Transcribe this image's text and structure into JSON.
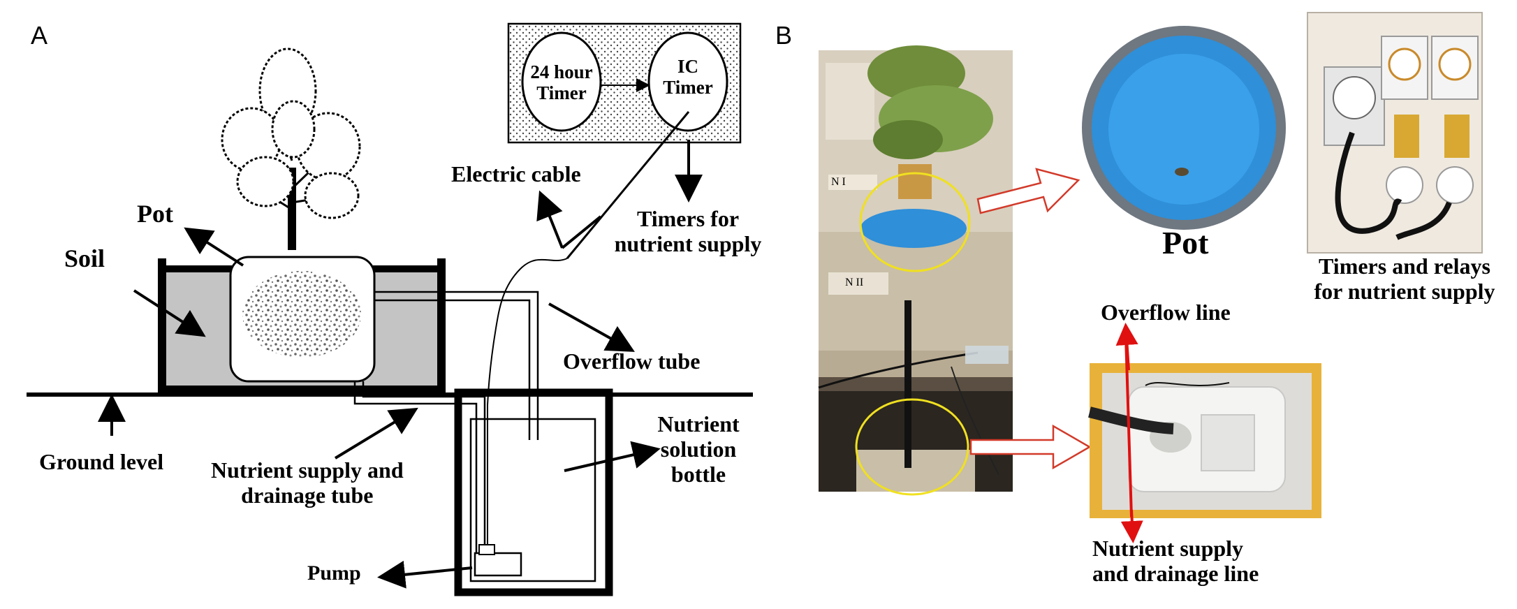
{
  "panels": {
    "a": "A",
    "b": "B"
  },
  "schematic": {
    "timer_a": [
      "24 hour",
      "Timer"
    ],
    "timer_b": [
      "IC",
      "Timer"
    ],
    "electric_cable": "Electric cable",
    "timers_supply": [
      "Timers for",
      "nutrient supply"
    ],
    "pot": "Pot",
    "soil": "Soil",
    "overflow_tube": "Overflow tube",
    "ground_level": "Ground level",
    "supply_tube": [
      "Nutrient supply and",
      "drainage tube"
    ],
    "bottle": [
      "Nutrient",
      "solution",
      "bottle"
    ],
    "pump": "Pump"
  },
  "photos": {
    "plate_labels": [
      "N I",
      "N II"
    ],
    "pot": "Pot",
    "timers_relays": [
      "Timers and relays",
      "for nutrient supply"
    ],
    "overflow_line": "Overflow line",
    "supply_line": [
      "Nutrient supply",
      "and drainage line"
    ]
  },
  "colors": {
    "soil": "#c4c4c4",
    "pot_blue": "#2f8fd8",
    "highlight_circle": "#f0e020",
    "arrow_outline": "#d23a2a",
    "line_red": "#e01010",
    "box_bg": "#efe9e0"
  }
}
